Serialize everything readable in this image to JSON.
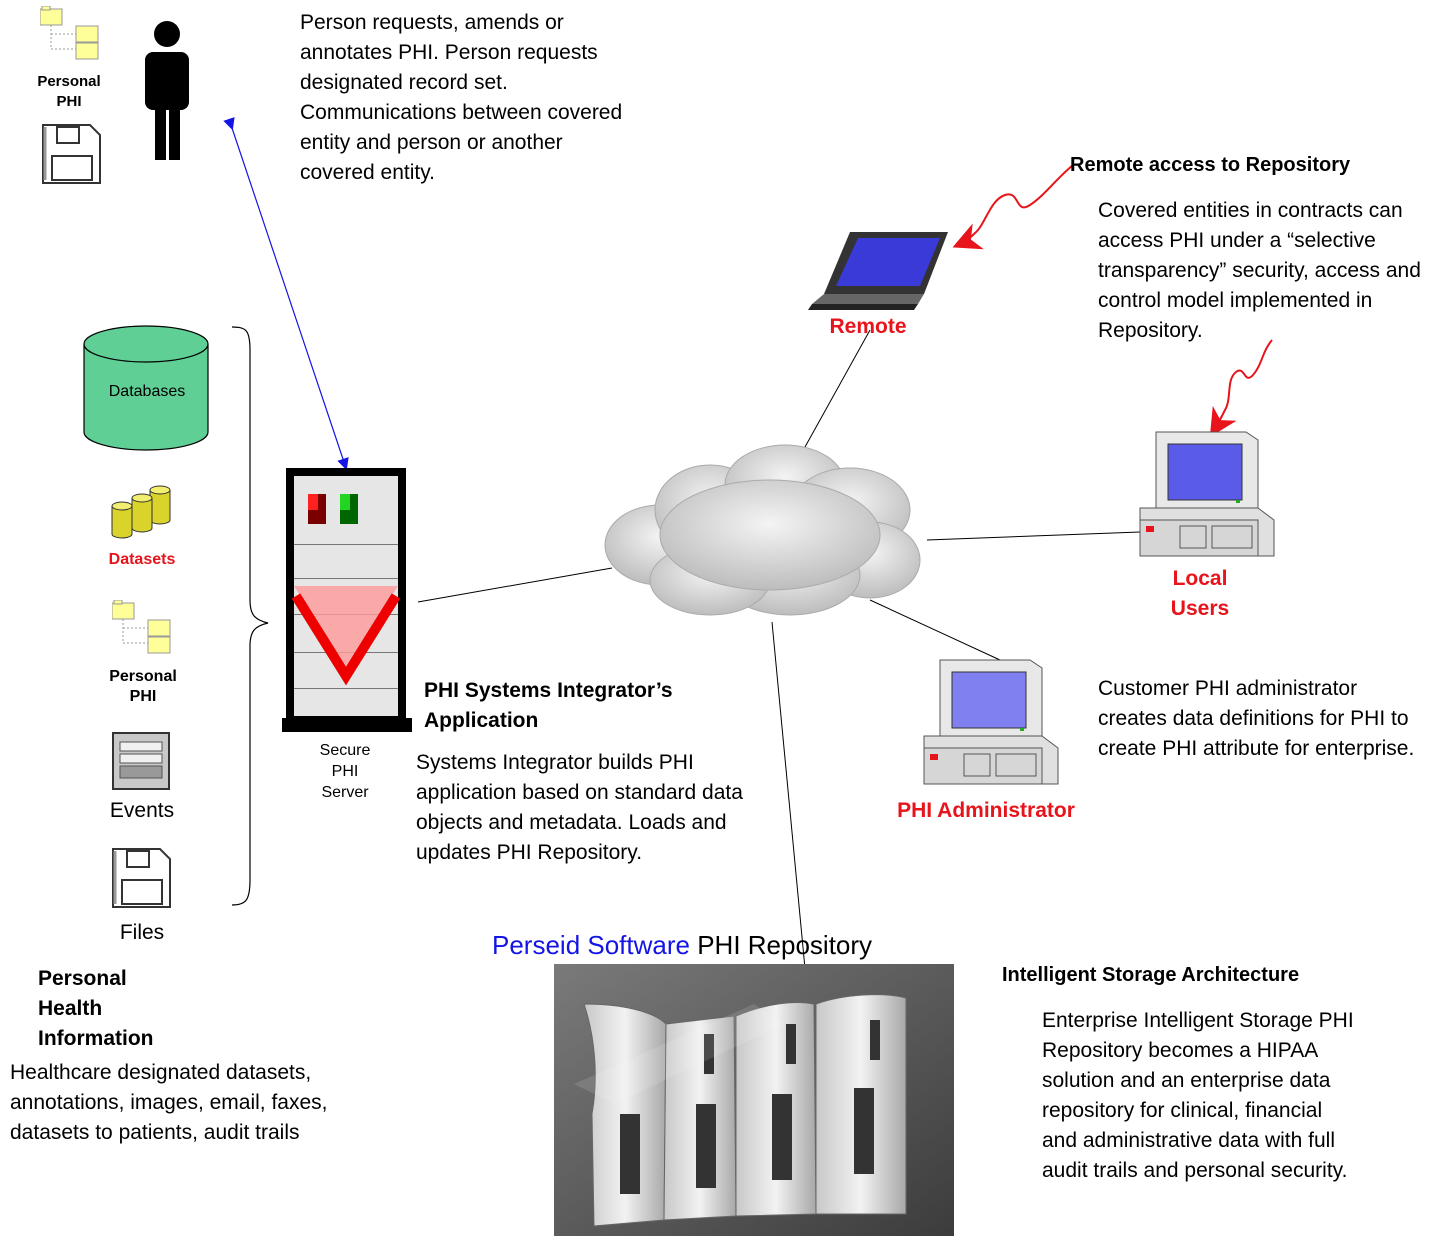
{
  "top_left_icon": {
    "label": "Personal PHI"
  },
  "person_note": "Person requests, amends or annotates PHI.  Person requests designated record set.  Communications between covered entity and person or another covered entity.",
  "sources": {
    "databases": "Databases",
    "datasets": "Datasets",
    "personal_phi": "Personal PHI",
    "events": "Events",
    "files": "Files"
  },
  "phi_info": {
    "heading": "Personal Health Information",
    "body": "Healthcare designated datasets, annotations, images, email, faxes, datasets to patients, audit trails"
  },
  "server": {
    "label": "Secure PHI Server"
  },
  "integrator": {
    "heading": "PHI Systems Integrator’s Application",
    "body": "Systems Integrator builds PHI application based on standard data objects and metadata. Loads and updates PHI Repository."
  },
  "repository": {
    "brand": "Perseid Software",
    "name": " PHI Repository"
  },
  "remote": {
    "label": "Remote",
    "heading": "Remote access to Repository",
    "body": "Covered entities in contracts can access PHI under a “selective transparency” security, access and control model implemented in Repository."
  },
  "local_users": {
    "label": "Local Users"
  },
  "admin": {
    "label": "PHI  Administrator",
    "body": "Customer PHI administrator creates data definitions for PHI to create PHI attribute for enterprise."
  },
  "storage": {
    "heading": "Intelligent Storage Architecture",
    "body": "Enterprise Intelligent Storage PHI Repository becomes a HIPAA solution and an enterprise data repository for clinical, financial and administrative data with full audit trails and personal security."
  },
  "colors": {
    "red": "#e8141b",
    "blue": "#1414e6",
    "db_green": "#5fcf95"
  }
}
